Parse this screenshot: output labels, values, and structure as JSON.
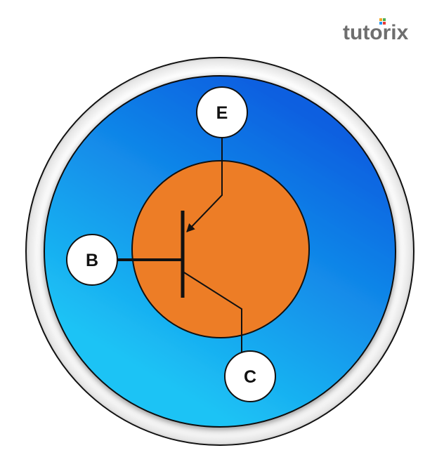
{
  "brand": {
    "logo_text": "tutorix",
    "text_color": "#6e6e6e",
    "dot_colors": [
      "#f5a623",
      "#4caf50",
      "#2196f3",
      "#e53935"
    ]
  },
  "diagram": {
    "terminals": {
      "emitter": "E",
      "base": "B",
      "collector": "C"
    },
    "colors": {
      "outer_ring": "#ffffff",
      "blue_gradient_start": "#0a5fe0",
      "blue_gradient_end": "#1cc3f5",
      "transistor_body": "#ed7d26",
      "stroke": "#111111"
    }
  }
}
